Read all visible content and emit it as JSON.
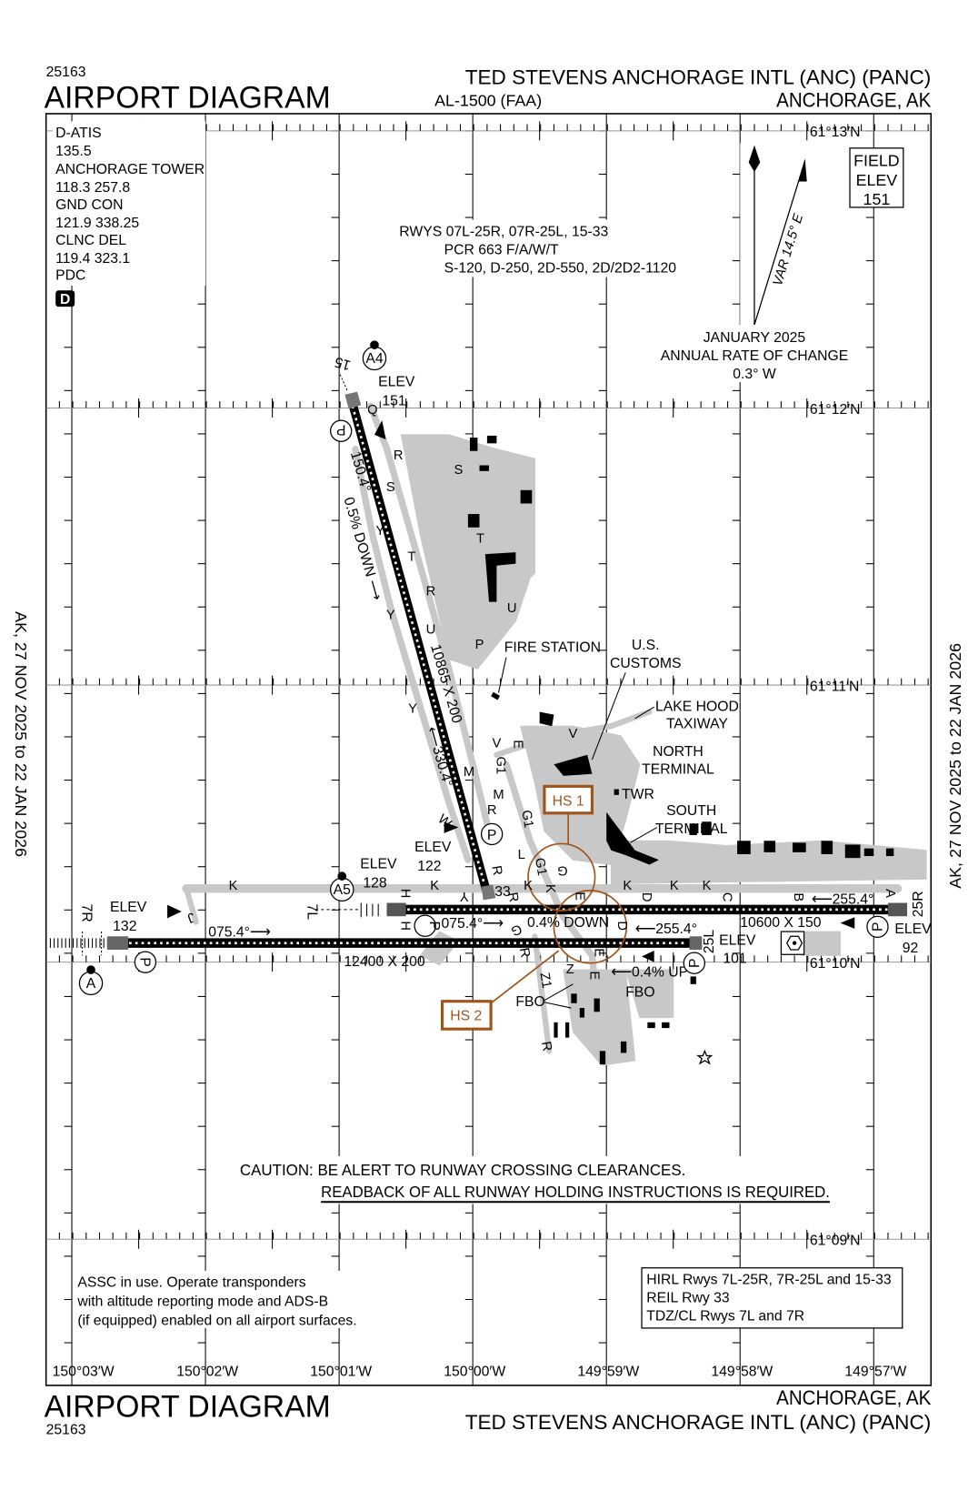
{
  "header": {
    "chart_number": "25163",
    "title": "AIRPORT DIAGRAM",
    "airport_name": "TED STEVENS ANCHORAGE INTL (ANC) (PANC)",
    "city": "ANCHORAGE, AK",
    "al_number": "AL-1500 (FAA)"
  },
  "footer": {
    "chart_number": "25163",
    "title": "AIRPORT DIAGRAM",
    "airport_name": "TED STEVENS ANCHORAGE INTL (ANC) (PANC)",
    "city": "ANCHORAGE, AK"
  },
  "effective_dates": {
    "left": "AK,  27 NOV 2025  to  22 JAN 2026",
    "right": "AK,  27 NOV 2025  to  22 JAN 2026"
  },
  "communications": [
    "D-ATIS",
    "135.5",
    "ANCHORAGE TOWER",
    "118.3  257.8",
    "GND CON",
    "121.9  338.25",
    "CLNC DEL",
    "119.4  323.1",
    "PDC"
  ],
  "datalink_badge": "D",
  "runway_info": [
    "RWYS 07L-25R, 07R-25L, 15-33",
    "PCR 663 F/A/W/T",
    "S-120, D-250, 2D-550, 2D/2D2-1120"
  ],
  "field_elevation": [
    "FIELD",
    "ELEV",
    "151"
  ],
  "magnetic": {
    "variation": "VAR 14.5° E",
    "lines": [
      "JANUARY 2025",
      "ANNUAL RATE OF CHANGE",
      "0.3° W"
    ]
  },
  "latitudes": [
    "61°13′N",
    "61°12′N",
    "61°11′N",
    "61°10′N",
    "61°09′N"
  ],
  "longitudes": [
    "150°03′W",
    "150°02′W",
    "150°01′W",
    "150°00′W",
    "149°59′W",
    "149°58′W",
    "149°57′W"
  ],
  "runways": {
    "r15": "15",
    "r33": "33",
    "r7L": "7L",
    "r7R": "7R",
    "r25R": "25R",
    "r25L": "25L",
    "hdg_150": "150.4°",
    "grad_15": "0.5% DOWN ⟶",
    "dim_15_33": "10865 X 200",
    "hdg_330": "⟵330.4°",
    "hdg_075_7R": "075.4°⟶",
    "hdg_075_7L": "075.4°⟶",
    "grad_7L": "0.4% DOWN",
    "hdg_255_25L": "⟵255.4°",
    "hdg_255_25R": "⟵255.4°",
    "dim_7L_25R": "10600 X 150",
    "dim_7R_25L": "12400 X 200",
    "grad_25L": "⟵0.4% UP"
  },
  "elevations": {
    "e15": [
      "ELEV",
      "151"
    ],
    "e33": [
      "ELEV",
      "122"
    ],
    "e7L": [
      "ELEV",
      "128"
    ],
    "e7R": [
      "ELEV",
      "132"
    ],
    "e25L": [
      "ELEV",
      "101"
    ],
    "e25R": [
      "ELEV",
      "92"
    ]
  },
  "facilities": {
    "fire_station": "FIRE STATION",
    "customs": [
      "U.S.",
      "CUSTOMS"
    ],
    "lake_hood": [
      "LAKE HOOD",
      "TAXIWAY"
    ],
    "north_terminal": [
      "NORTH",
      "TERMINAL"
    ],
    "tower": "TWR",
    "south_terminal": [
      "SOUTH",
      "TERMINAL"
    ],
    "fbo_east": "FBO",
    "fbo_west": "FBO"
  },
  "markers": {
    "parking": "P",
    "a4": "A4",
    "a5": "A5",
    "a": "A"
  },
  "hot_spots": [
    "HS 1",
    "HS 2"
  ],
  "hot_spot_color": "#a0541a",
  "taxiway_labels": [
    "Q",
    "R",
    "S",
    "S",
    "Y",
    "T",
    "T",
    "R",
    "U",
    "U",
    "P",
    "Y",
    "Y",
    "V",
    "V",
    "E",
    "G1",
    "M",
    "W",
    "M",
    "R",
    "L",
    "G1",
    "G",
    "K",
    "K",
    "K",
    "Y",
    "R",
    "R",
    "H",
    "H",
    "G",
    "R",
    "K",
    "K",
    "K",
    "D",
    "C",
    "B",
    "A",
    "J",
    "D",
    "E",
    "E",
    "Z",
    "Z1",
    "R",
    "E",
    "G1",
    "K"
  ],
  "caution": [
    "CAUTION: BE ALERT TO RUNWAY CROSSING CLEARANCES.",
    "READBACK OF ALL RUNWAY HOLDING INSTRUCTIONS IS REQUIRED."
  ],
  "assc_note": [
    "ASSC in use. Operate transponders",
    "with altitude reporting mode and ADS-B",
    "(if equipped) enabled on all airport surfaces."
  ],
  "lighting_note": [
    "HIRL Rwys 7L-25R, 7R-25L and 15-33",
    "REIL Rwy 33",
    "TDZ/CL Rwys 7L and 7R"
  ],
  "colors": {
    "taxiway_gray": "#c8c8c8",
    "runway": "#000000",
    "hot_spot": "#a0541a"
  }
}
